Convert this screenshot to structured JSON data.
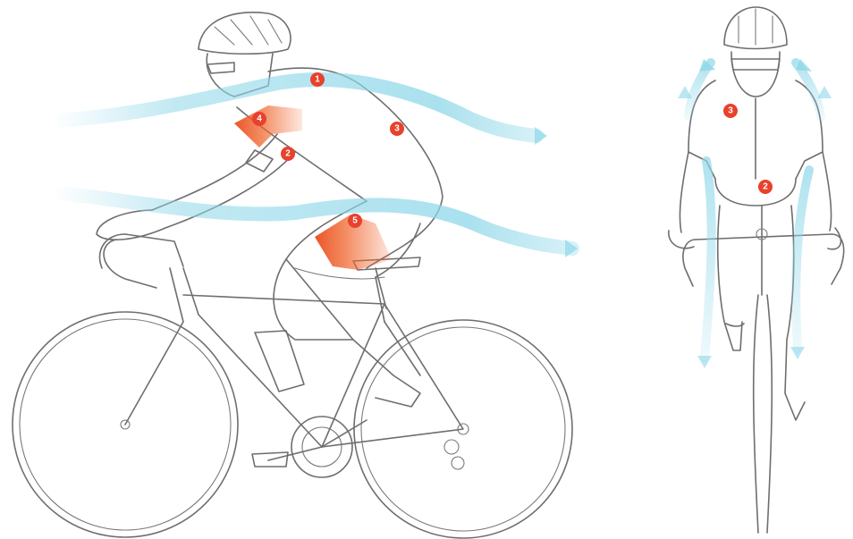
{
  "colors": {
    "airflow": "#8ed7e9",
    "heat": "#f0662e",
    "marker": "#e8412c",
    "outline": "#6e6e6e"
  },
  "markers": {
    "side": [
      {
        "label": "1"
      },
      {
        "label": "2"
      },
      {
        "label": "3"
      },
      {
        "label": "4"
      },
      {
        "label": "5"
      }
    ],
    "front": [
      {
        "label": "3"
      },
      {
        "label": "2"
      }
    ]
  }
}
